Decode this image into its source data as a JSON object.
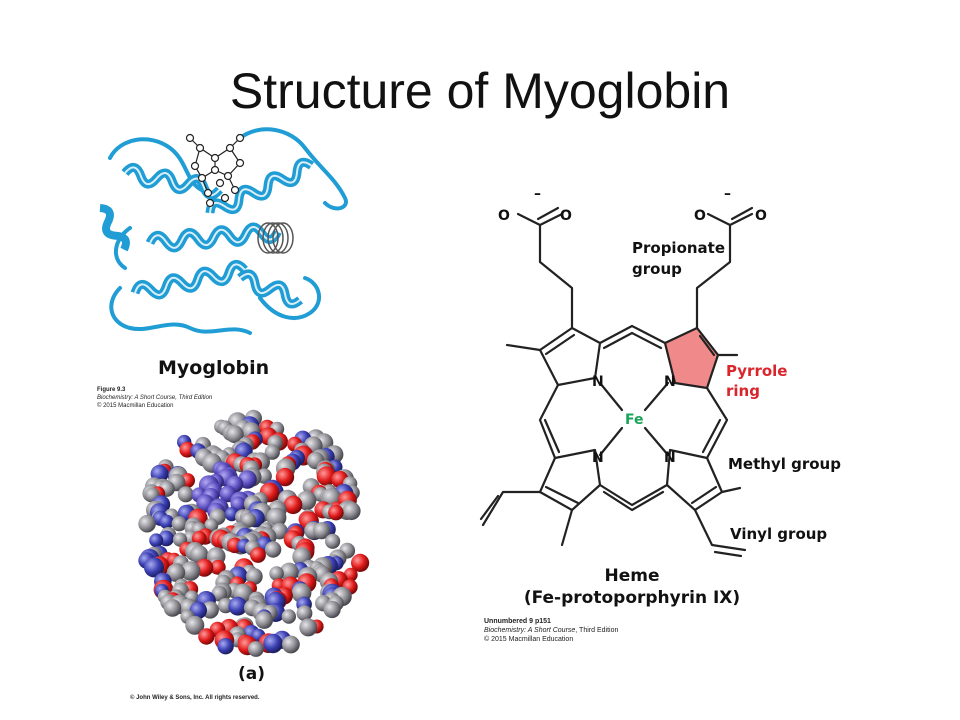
{
  "slide": {
    "title": "Structure of Myoglobin"
  },
  "ribbon_figure": {
    "caption": "Myoglobin",
    "credit_figure": "Figure 9.3",
    "credit_book": "Biochemistry: A Short Course, Third Edition",
    "credit_copy": "© 2015 Macmillan Education"
  },
  "spacefill_figure": {
    "caption": "(a)",
    "credit": "© John Wiley & Sons, Inc. All rights reserved."
  },
  "heme_figure": {
    "title_line1": "Heme",
    "title_line2": "(Fe-protoporphyrin IX)",
    "labels": {
      "propionate": "Propionate",
      "group": "group",
      "pyrrole": "Pyrrole",
      "ring": "ring",
      "methyl": "Methyl group",
      "vinyl": "Vinyl group",
      "fe": "Fe",
      "n": "N",
      "o": "O",
      "minus": "–"
    },
    "credit_number": "Unnumbered 9 p151",
    "credit_book_italic": "Biochemistry: A Short Course",
    "credit_book_rest": ", Third Edition",
    "credit_copy": "© 2015 Macmillan Education"
  },
  "colors": {
    "helix": "#1f9dd4",
    "pyrrole_fill": "#f08a8a",
    "fe_green": "#1aa35a",
    "pyrrole_label": "#d9262c",
    "atom_carbon": "#8e8e94",
    "atom_oxygen": "#e11a1a",
    "atom_nitrogen": "#3b3fb3",
    "atom_heme": "#5b4fc0"
  }
}
